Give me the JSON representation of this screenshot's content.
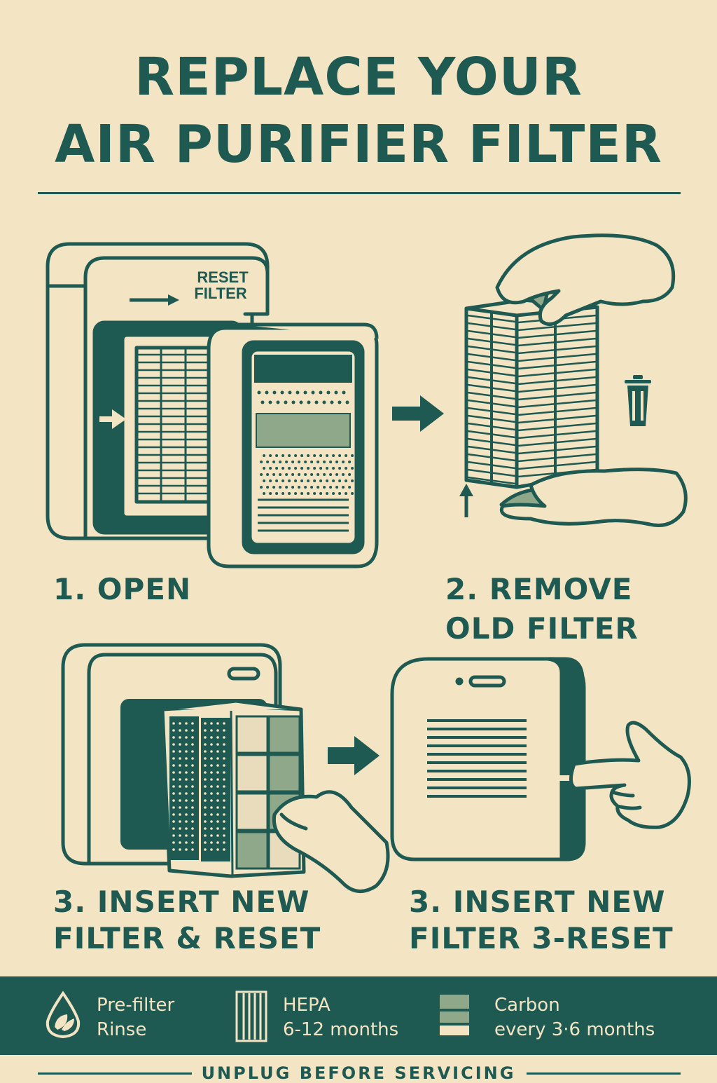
{
  "title": {
    "line1": "REPLACE YOUR",
    "line2": "AIR PURIFIER FILTER"
  },
  "steps": [
    {
      "label": "1. OPEN",
      "illustration_text": {
        "line1": "RESET",
        "line2": "FILTER"
      }
    },
    {
      "label_line1": "2. REMOVE",
      "label_line2": "OLD FILTER",
      "illustration": "trash-can"
    },
    {
      "label_line1": "3. INSERT NEW",
      "label_line2": "FILTER & RESET"
    },
    {
      "label_line1": "3. INSERT NEW",
      "label_line2": "FILTER 3-RESET"
    }
  ],
  "legend": [
    {
      "icon": "water-drop-leaf-icon",
      "line1": "Pre-filter",
      "line2": "Rinse"
    },
    {
      "icon": "hepa-stripes-icon",
      "line1": "HEPA",
      "line2": "6-12 months"
    },
    {
      "icon": "carbon-block-icon",
      "line1": "Carbon",
      "line2": "every 3·6 months"
    }
  ],
  "warning": "UNPLUG BEFORE SERVICING",
  "colors": {
    "background": "#f3e4c4",
    "ink": "#1f5a52",
    "accent_fill": "#8fa88a"
  }
}
